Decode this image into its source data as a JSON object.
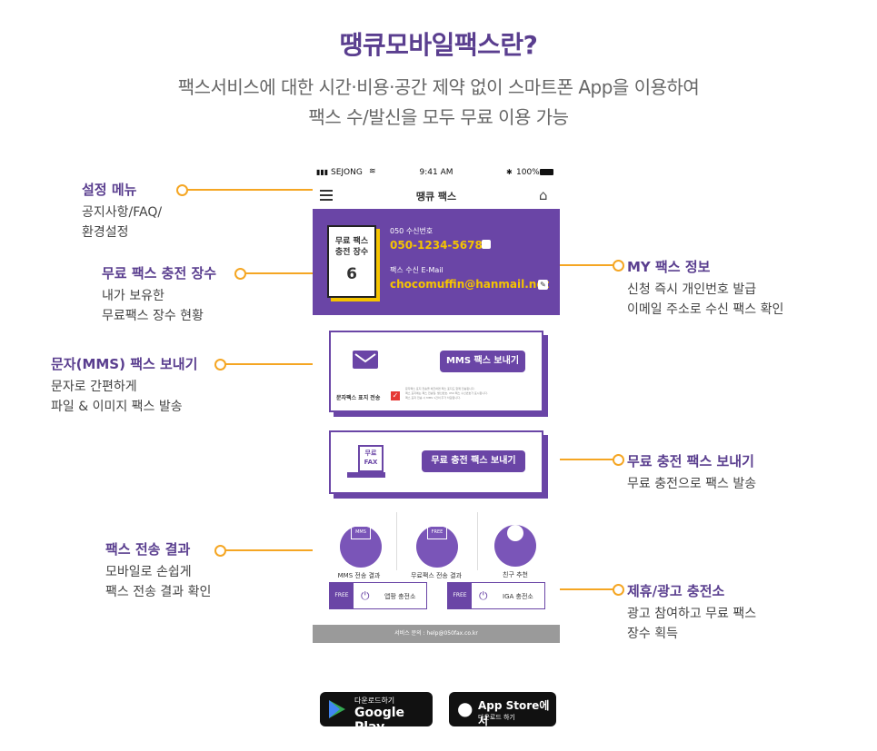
{
  "header": {
    "title": "땡큐모바일팩스란?",
    "subtitle_line1": "팩스서비스에 대한 시간·비용·공간 제약 없이 스마트폰 App을 이용하여",
    "subtitle_line2": "팩스 수/발신을 모두 무료 이용 가능"
  },
  "annotations": {
    "settings": {
      "title": "설정 메뉴",
      "line1": "공지사항/FAQ/",
      "line2": "환경설정"
    },
    "free_count": {
      "title": "무료 팩스 충전 장수",
      "line1": "내가 보유한",
      "line2": "무료팩스 장수 현황"
    },
    "mms": {
      "title": "문자(MMS) 팩스 보내기",
      "line1": "문자로 간편하게",
      "line2": "파일 & 이미지  팩스 발송"
    },
    "result": {
      "title": "팩스 전송 결과",
      "line1": "모바일로 손쉽게",
      "line2": "팩스  전송 결과 확인"
    },
    "my_fax": {
      "title": "MY 팩스 정보",
      "line1": "신청 즉시 개인번호 발급",
      "line2": "이메일 주소로 수신 팩스 확인"
    },
    "free_send": {
      "title": "무료 충전 팩스 보내기",
      "line1": "무료 충전으로 팩스 발송"
    },
    "partner": {
      "title": "제휴/광고 충전소",
      "line1": "광고 참여하고 무료 팩스",
      "line2": "장수 획득"
    }
  },
  "phone": {
    "status": {
      "carrier": "SEJONG",
      "time": "9:41 AM",
      "battery": "100%"
    },
    "app_title": "땡큐 팩스",
    "card": {
      "free_label_line1": "무료 팩스",
      "free_label_line2": "충전 장수",
      "free_count": "6",
      "number_label": "050 수신번호",
      "number": "050-1234-5678",
      "email_label": "팩스 수신 E-Mail",
      "email": "chocomuffin@hanmail.net"
    },
    "mms_box": {
      "button": "MMS 팩스 보내기",
      "checkbox_label": "문자팩스 표지 전송",
      "note1": "문자팩스 표지 전송을 체크하면 팩스 표지도 함께 전송됩니다.",
      "note2": "팩스 표지에는 팩스 전송일, 발신번호, 050 팩스 수신번호가 표시됩니다.",
      "note3": "팩스 표지 전송 시 MMS 1건이 추가 차감됩니다."
    },
    "free_box": {
      "icon_line1": "무료",
      "icon_line2": "FAX",
      "button": "무료 충전 팩스 보내기"
    },
    "menu": [
      {
        "icon_text": "MMS",
        "label": "MMS 전송 결과"
      },
      {
        "icon_text": "FREE",
        "label": "무료팩스 전송 결과"
      },
      {
        "icon_text": "",
        "label": "친구 추천"
      }
    ],
    "charge": [
      {
        "tag": "FREE",
        "label": "앱팡 충전소"
      },
      {
        "tag": "FREE",
        "label": "IGA 충전소"
      }
    ],
    "footer": "서비스 문의 : help@050fax.co.kr"
  },
  "stores": {
    "google_small": "다운로드하기",
    "google_big": "Google Play",
    "apple_big": "App Store에서",
    "apple_small": "다운로드 하기"
  },
  "colors": {
    "purple": "#6a45a6",
    "orange": "#f5a623",
    "yellow": "#f5c400"
  }
}
